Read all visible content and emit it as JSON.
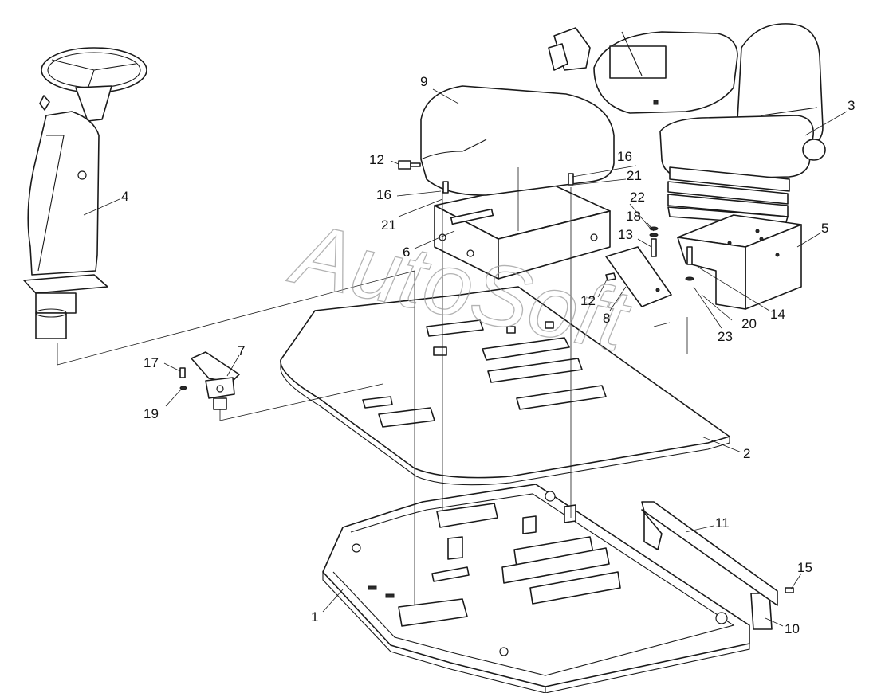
{
  "watermark": "AutoSoft",
  "callouts": [
    {
      "id": "c1",
      "label": "1"
    },
    {
      "id": "c2",
      "label": "2"
    },
    {
      "id": "c3",
      "label": "3"
    },
    {
      "id": "c4",
      "label": "4"
    },
    {
      "id": "c5",
      "label": "5"
    },
    {
      "id": "c6",
      "label": "6"
    },
    {
      "id": "c7",
      "label": "7"
    },
    {
      "id": "c8",
      "label": "8"
    },
    {
      "id": "c9",
      "label": "9"
    },
    {
      "id": "c10",
      "label": "10"
    },
    {
      "id": "c11",
      "label": "11"
    },
    {
      "id": "c12a",
      "label": "12"
    },
    {
      "id": "c12b",
      "label": "12"
    },
    {
      "id": "c13",
      "label": "13"
    },
    {
      "id": "c14",
      "label": "14"
    },
    {
      "id": "c15",
      "label": "15"
    },
    {
      "id": "c16a",
      "label": "16"
    },
    {
      "id": "c16b",
      "label": "16"
    },
    {
      "id": "c17",
      "label": "17"
    },
    {
      "id": "c18",
      "label": "18"
    },
    {
      "id": "c19",
      "label": "19"
    },
    {
      "id": "c20",
      "label": "20"
    },
    {
      "id": "c21a",
      "label": "21"
    },
    {
      "id": "c21b",
      "label": "21"
    },
    {
      "id": "c22",
      "label": "22"
    },
    {
      "id": "c23",
      "label": "23"
    }
  ]
}
